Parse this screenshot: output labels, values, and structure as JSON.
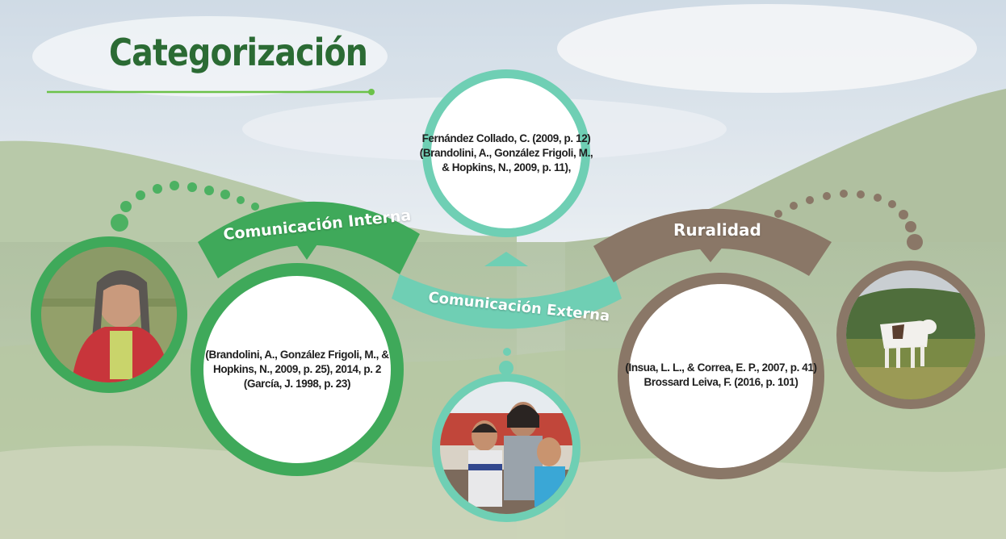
{
  "slide": {
    "title": "Categorización"
  },
  "categories": {
    "interna": {
      "label": "Comunicación Interna",
      "refs": [
        "(Brandolini, A., González Frigoli, M., &",
        "Hopkins, N., 2009, p. 25), 2014, p. 2",
        "(García, J. 1998, p. 23)"
      ]
    },
    "externa": {
      "label": "Comunicación Externa",
      "refs": [
        "Fernández Collado, C. (2009, p. 12)",
        "(Brandolini, A., González Frigoli, M.,",
        "& Hopkins, N., 2009, p. 11),"
      ]
    },
    "ruralidad": {
      "label": "Ruralidad",
      "refs": [
        "(Insua, L. L., & Correa, E. P., 2007, p. 41)",
        "Brossard Leiva, F. (2016, p. 101)"
      ]
    }
  },
  "colors": {
    "title": "#2b6b34",
    "interna": "#3fa95a",
    "externa": "#6fcfb4",
    "ruralidad": "#8a7767"
  }
}
